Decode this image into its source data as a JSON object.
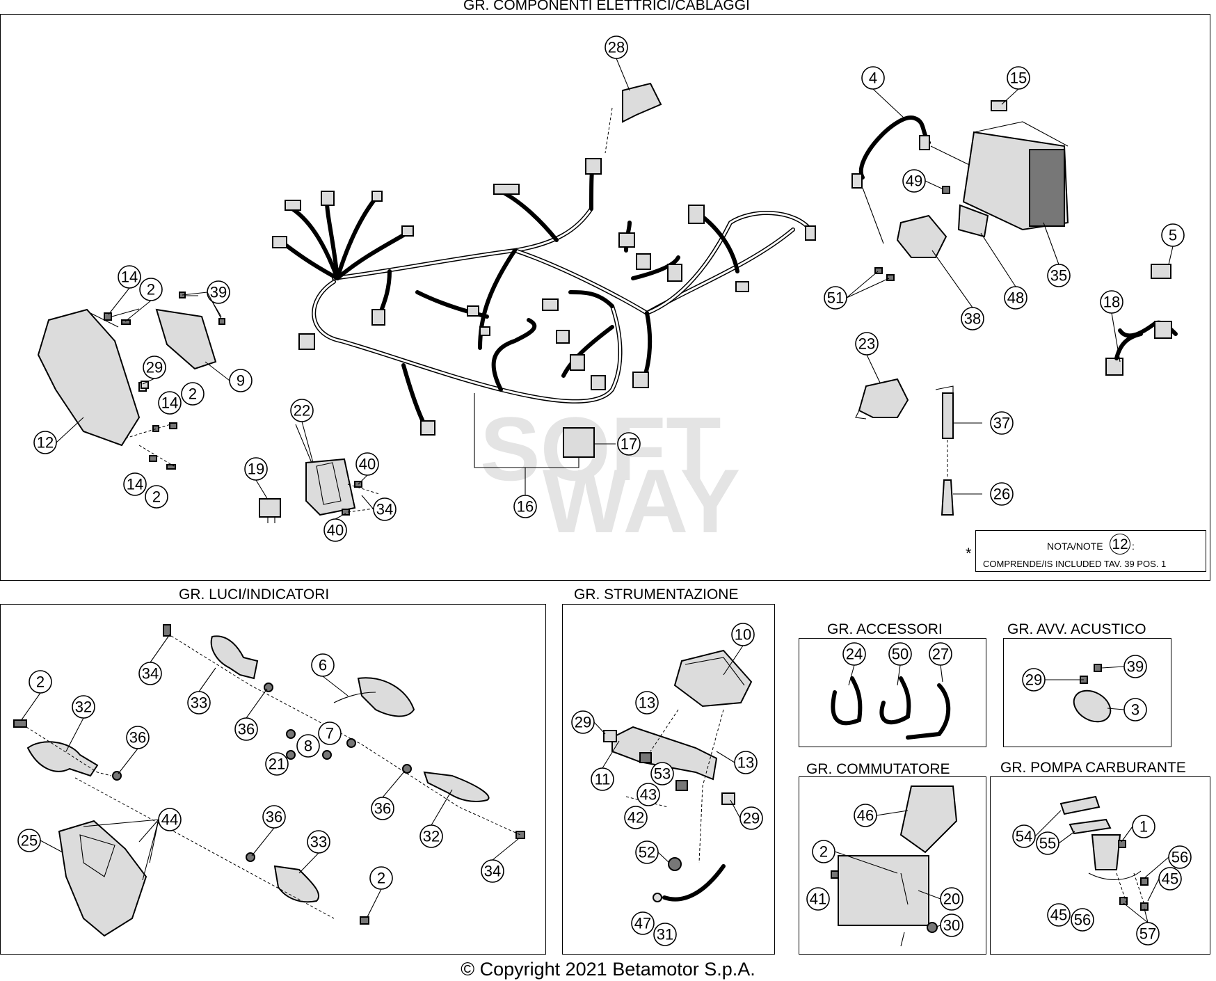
{
  "sections": {
    "electrical": "GR. COMPONENTI ELETTRICI/CABLAGGI",
    "lights": "GR. LUCI/INDICATORI",
    "instruments": "GR. STRUMENTAZIONE",
    "accessories": "GR. ACCESSORI",
    "horn": "GR. AVV. ACUSTICO",
    "switch": "GR. COMMUTATORE",
    "fuel_pump": "GR. POMPA CARBURANTE"
  },
  "note": {
    "label": "NOTA/NOTE",
    "ref": "12",
    "suffix": ":",
    "text": "COMPRENDE/IS INCLUDED TAV. 39 POS. 1",
    "marker": "*"
  },
  "watermark": [
    "SOFT",
    "WAY"
  ],
  "copyright": "© Copyright 2021 Betamotor S.p.A.",
  "callouts": {
    "electrical": [
      "28",
      "4",
      "15",
      "49",
      "35",
      "48",
      "38",
      "51",
      "5",
      "18",
      "23",
      "37",
      "26",
      "14",
      "2",
      "39",
      "9",
      "29",
      "14",
      "2",
      "12",
      "14",
      "2",
      "22",
      "40",
      "34",
      "40",
      "19",
      "17",
      "16"
    ],
    "lights": [
      "34",
      "33",
      "6",
      "2",
      "32",
      "36",
      "36",
      "7",
      "8",
      "21",
      "44",
      "25",
      "36",
      "33",
      "36",
      "32",
      "2",
      "34"
    ],
    "instruments": [
      "10",
      "13",
      "29",
      "13",
      "11",
      "53",
      "43",
      "42",
      "29",
      "52",
      "47",
      "31"
    ],
    "accessories": [
      "24",
      "50",
      "27"
    ],
    "horn": [
      "29",
      "39",
      "3"
    ],
    "switch": [
      "46",
      "2",
      "41",
      "20",
      "30"
    ],
    "fuel_pump": [
      "54",
      "55",
      "1",
      "56",
      "45",
      "45",
      "56",
      "57"
    ]
  }
}
